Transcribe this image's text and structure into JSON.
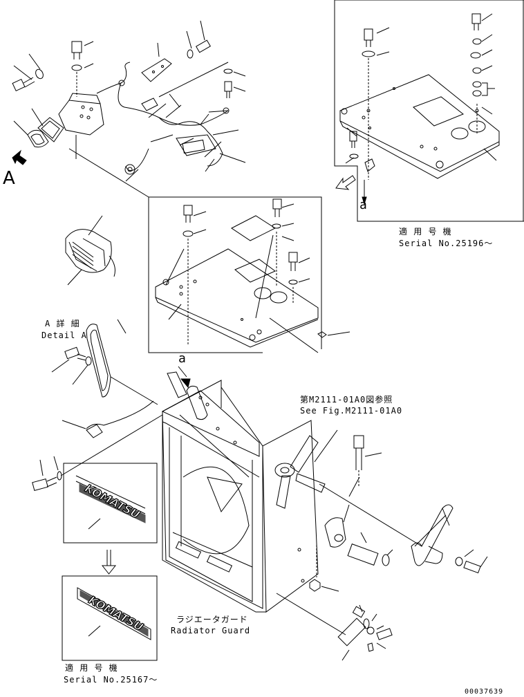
{
  "view_marker_a": "A",
  "arrow_ref_a_top": "a",
  "arrow_ref_a_mid": "a",
  "serial_top_jp": "適 用 号 機",
  "serial_top_en": "Serial No.25196～",
  "detail_a_jp": "A 詳 細",
  "detail_a_en": "Detail A",
  "see_fig_jp": "第M2111-01A0図参照",
  "see_fig_en": "See Fig.M2111-01A0",
  "radiator_guard_jp": "ラジエータガード",
  "radiator_guard_en": "Radiator Guard",
  "serial_bottom_jp": "適 用 号 機",
  "serial_bottom_en": "Serial No.25167～",
  "drawing_number": "00037639",
  "logo_text": "KOMATSU",
  "colors": {
    "line": "#000000",
    "background": "#ffffff",
    "hatch": "#555555"
  }
}
